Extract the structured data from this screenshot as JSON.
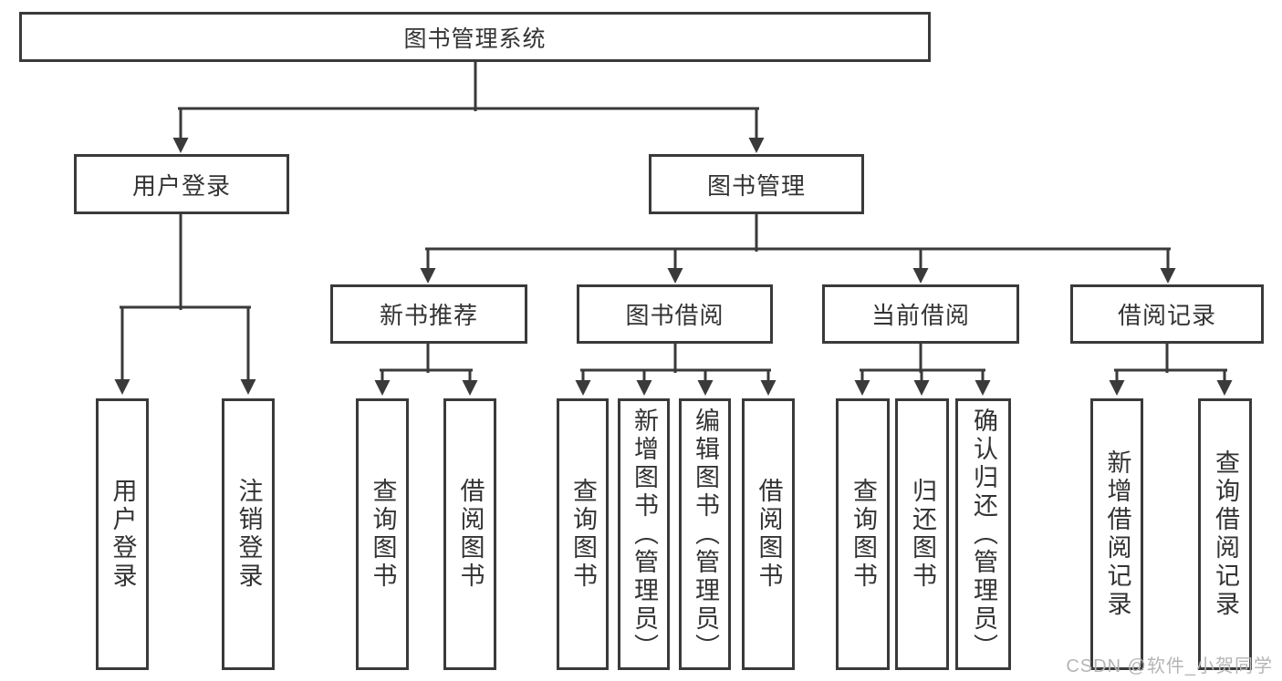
{
  "diagram": {
    "root": {
      "label": "图书管理系统"
    },
    "level2": [
      {
        "label": "用户登录"
      },
      {
        "label": "图书管理"
      }
    ],
    "level3": [
      {
        "label": "新书推荐"
      },
      {
        "label": "图书借阅"
      },
      {
        "label": "当前借阅"
      },
      {
        "label": "借阅记录"
      }
    ],
    "leaves": [
      {
        "label": "用户登录"
      },
      {
        "label": "注销登录"
      },
      {
        "label": "查询图书"
      },
      {
        "label": "借阅图书"
      },
      {
        "label": "查询图书"
      },
      {
        "label": "新增图书（管理员）"
      },
      {
        "label": "编辑图书（管理员）"
      },
      {
        "label": "借阅图书"
      },
      {
        "label": "查询图书"
      },
      {
        "label": "归还图书"
      },
      {
        "label": "确认归还（管理员）"
      },
      {
        "label": "新增借阅记录"
      },
      {
        "label": "查询借阅记录"
      }
    ]
  },
  "watermark": "CSDN @软件_小贺同学",
  "colors": {
    "line": "#3a3a3a",
    "box_border": "#3a3a3a",
    "text": "#333333",
    "watermark": "#b5b5b5",
    "background": "#ffffff"
  }
}
